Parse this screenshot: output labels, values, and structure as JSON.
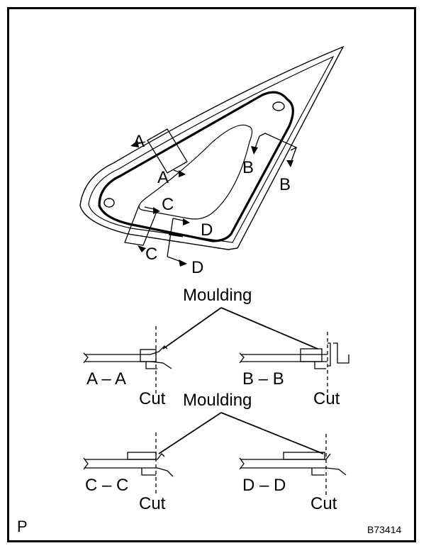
{
  "diagram": {
    "section_labels": {
      "a": "A",
      "b": "B",
      "c": "C",
      "d": "D"
    },
    "callouts": {
      "moulding_top": "Moulding",
      "moulding_bottom": "Moulding"
    },
    "section_views": [
      {
        "id": "aa",
        "title": "A – A",
        "cut_label": "Cut"
      },
      {
        "id": "bb",
        "title": "B – B",
        "cut_label": "Cut"
      },
      {
        "id": "cc",
        "title": "C – C",
        "cut_label": "Cut"
      },
      {
        "id": "dd",
        "title": "D – D",
        "cut_label": "Cut"
      }
    ],
    "corner_left": "P",
    "figure_code": "B73414",
    "colors": {
      "ink": "#000000",
      "background": "#ffffff"
    }
  }
}
